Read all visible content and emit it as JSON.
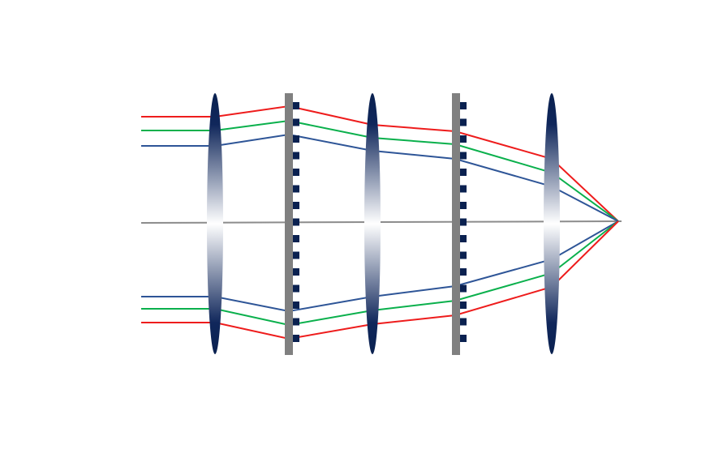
{
  "colors": {
    "background": "#ffffff",
    "ray_red": "#ee1c1c",
    "ray_green": "#0ab04c",
    "ray_blue": "#2e5597",
    "axis": "#8c8c8c",
    "grating_bar": "#808080",
    "grating_tooth": "#0a2150",
    "lens_edge": "#0a2150",
    "lens_center": "#ffffff"
  },
  "elements": {
    "lenses": 3,
    "gratings": 2,
    "ray_colors": [
      "red",
      "green",
      "blue"
    ]
  }
}
